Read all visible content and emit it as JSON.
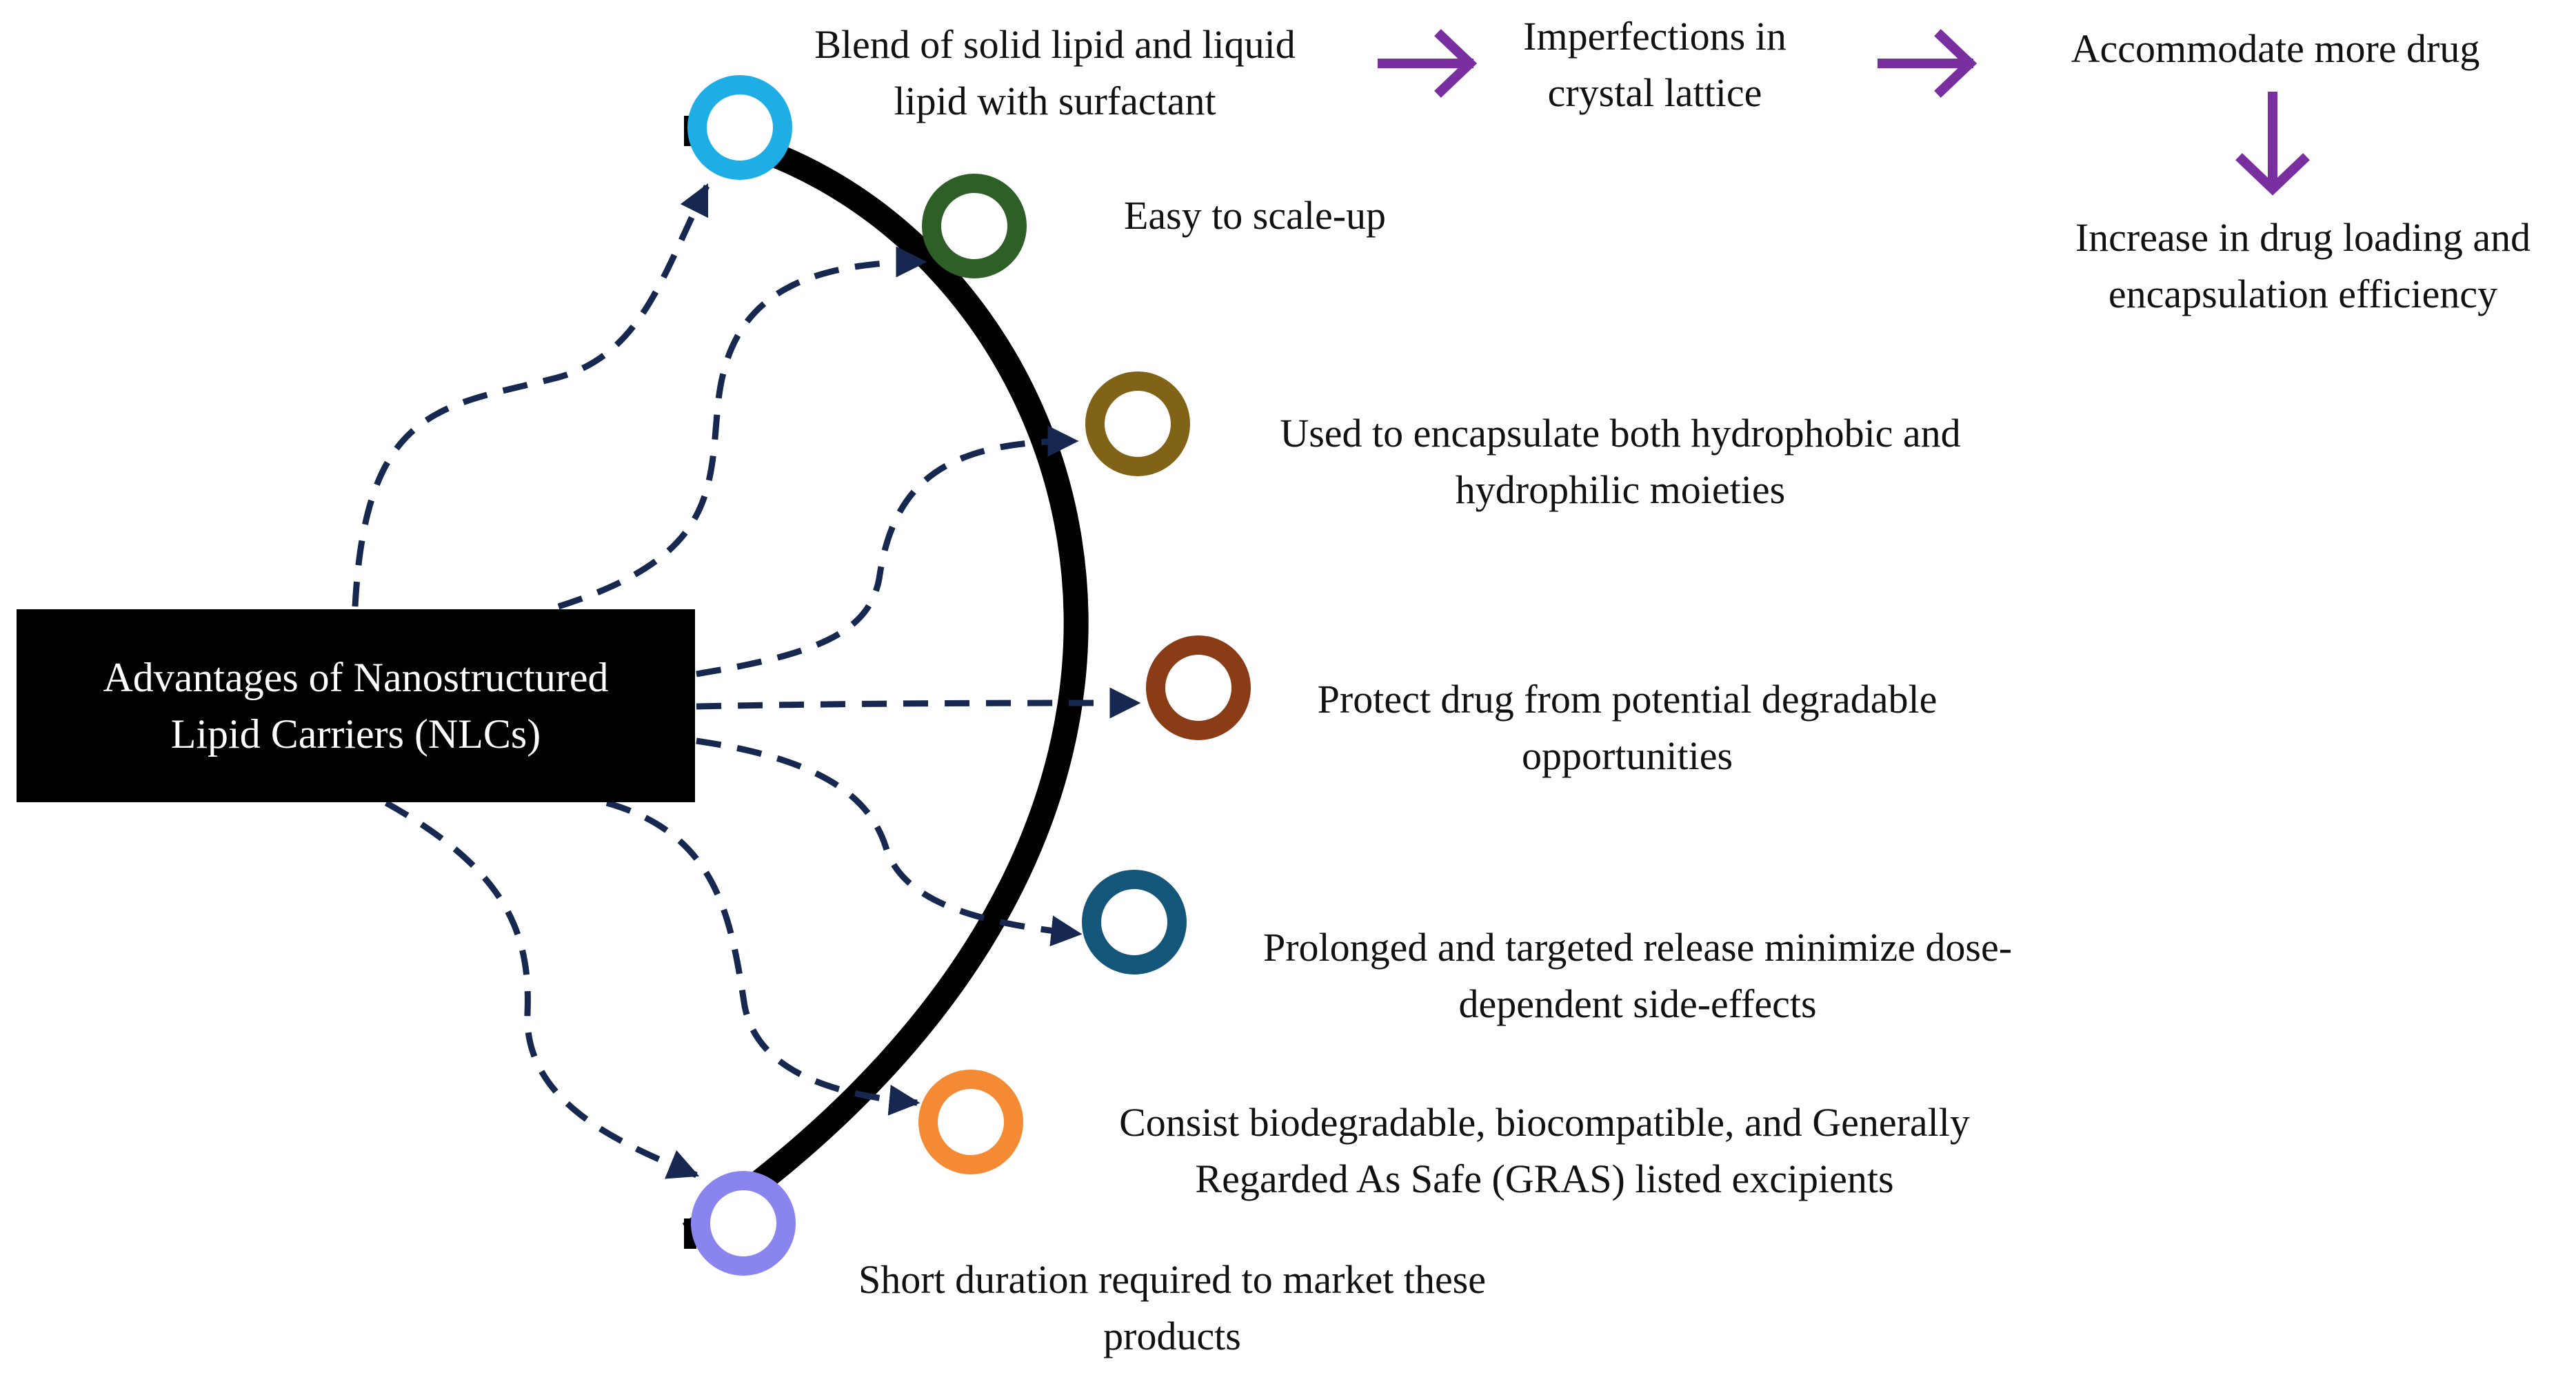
{
  "source": {
    "line1": "Advantages of Nanostructured",
    "line2": "Lipid Carriers (NLCs)"
  },
  "advantages": [
    {
      "lines": [
        "Blend of solid lipid and liquid",
        "lipid with surfactant"
      ],
      "ring_color": "#1eaee5"
    },
    {
      "lines": [
        "Easy to scale-up"
      ],
      "ring_color": "#2d5f27"
    },
    {
      "lines": [
        "Used to encapsulate both hydrophobic and",
        "hydrophilic moieties"
      ],
      "ring_color": "#806316"
    },
    {
      "lines": [
        "Protect drug from potential degradable",
        "opportunities"
      ],
      "ring_color": "#8a3c16"
    },
    {
      "lines": [
        "Prolonged and targeted release minimize dose-",
        "dependent side-effects"
      ],
      "ring_color": "#14567a"
    },
    {
      "lines": [
        "Consist biodegradable, biocompatible, and Generally",
        "Regarded As Safe (GRAS) listed excipients"
      ],
      "ring_color": "#f58a35"
    },
    {
      "lines": [
        "Short duration required to market these",
        "products"
      ],
      "ring_color": "#8a84ef"
    }
  ],
  "flow": {
    "step2": [
      "Imperfections in",
      "crystal lattice"
    ],
    "step3": "Accommodate more drug",
    "step4": [
      "Increase in drug loading and",
      "encapsulation efficiency"
    ]
  },
  "colors": {
    "arc": "#000000",
    "dashed_arrow": "#16284f",
    "flow_arrow": "#7a2fa0"
  }
}
